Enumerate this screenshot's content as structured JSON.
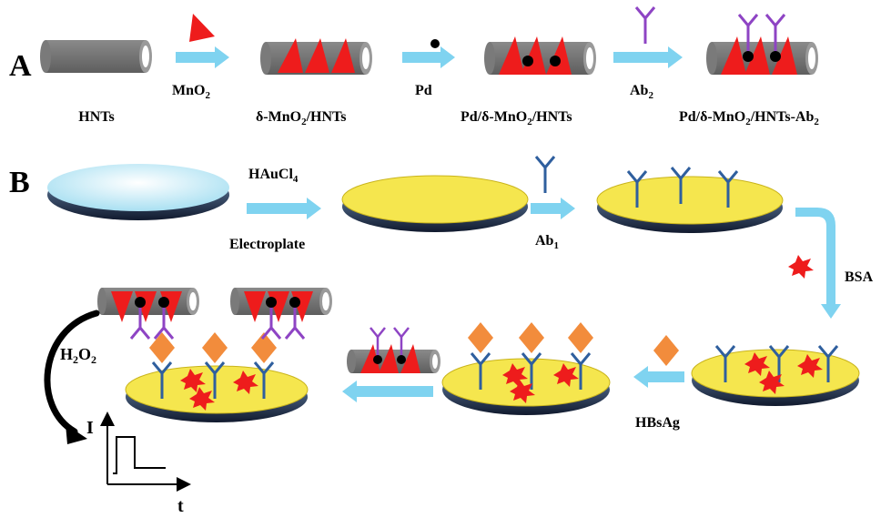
{
  "panels": {
    "a": "A",
    "b": "B"
  },
  "panel_a": {
    "stages": [
      "HNTs",
      "δ-MnO",
      "/HNTs",
      "Pd/δ-MnO",
      "/HNTs",
      "Pd/δ-MnO",
      "/HNTs-Ab"
    ],
    "steps": {
      "mno": "MnO",
      "sub2": "2",
      "pd": "Pd",
      "ab": "Ab"
    }
  },
  "panel_b": {
    "steps": {
      "hau": "HAuCl",
      "sub4": "4",
      "electroplate": "Electroplate",
      "ab": "Ab",
      "sub1": "1",
      "bsa": "BSA",
      "hbsag": "HBsAg",
      "h2": "H",
      "o2": "O",
      "sub2": "2"
    },
    "plot": {
      "y_axis": "I",
      "x_axis": "t"
    }
  },
  "colors": {
    "arrow": "#7fd3f0",
    "tube": "#6d6d6d",
    "mno2": "#ee1c1c",
    "pd": "#000000",
    "ab2": "#8e44c4",
    "ab1": "#2f5f9e",
    "gold": "#f5e64e",
    "antigen": "#f28c3c"
  }
}
